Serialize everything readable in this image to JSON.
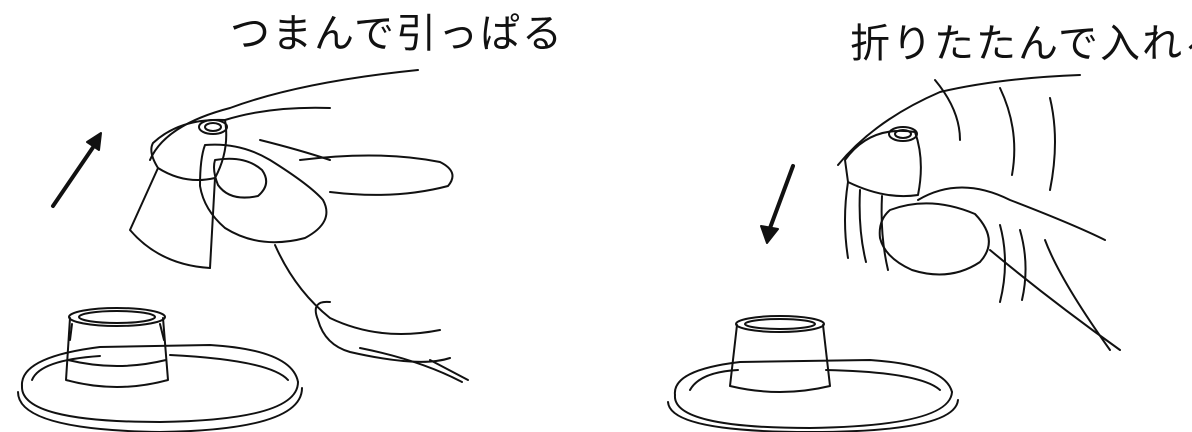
{
  "panels": [
    {
      "caption": "つまんで引っぱる",
      "arrow": "up-right"
    },
    {
      "caption": "折りたたんで入れる",
      "arrow": "down-left"
    }
  ],
  "colors": {
    "line": "#111111",
    "background": "#ffffff"
  }
}
